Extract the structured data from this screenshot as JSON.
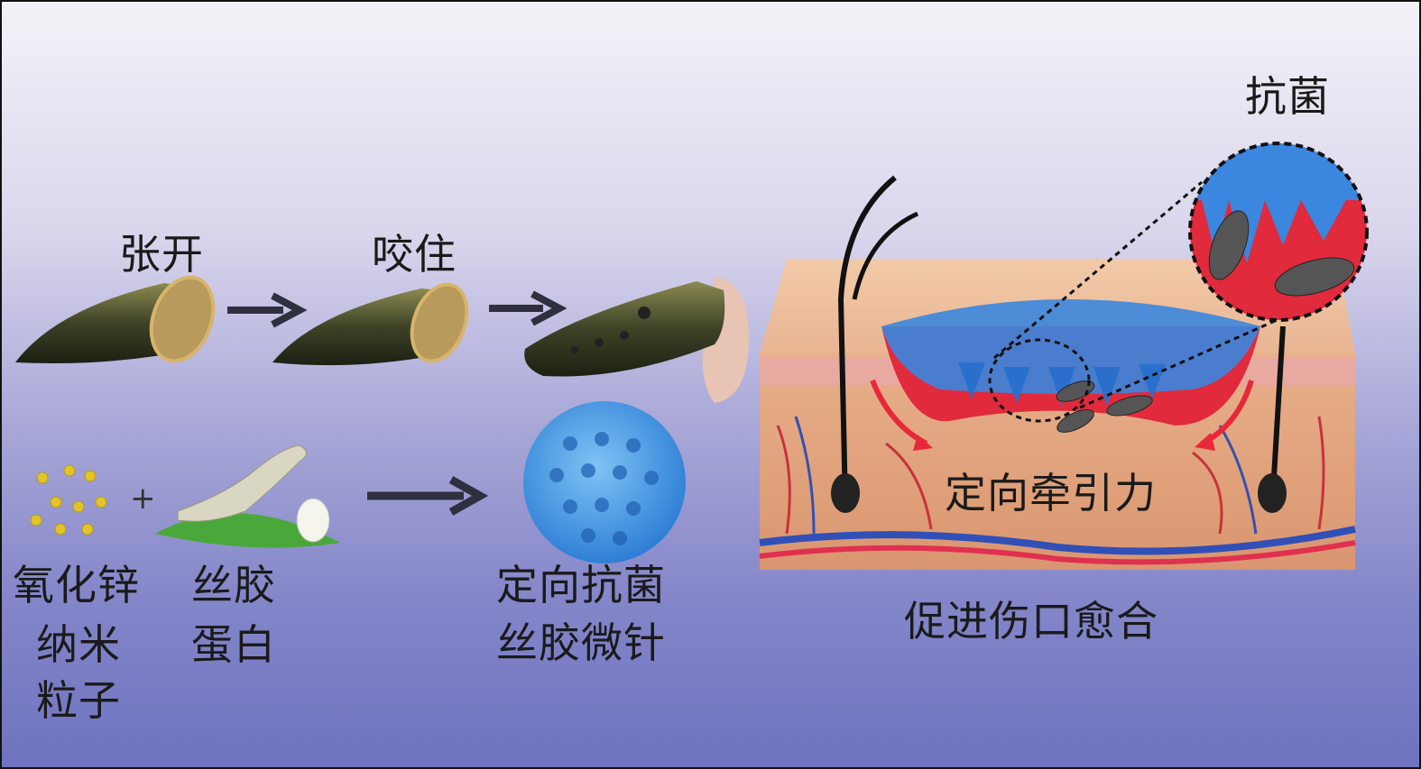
{
  "labels": {
    "open": "张开",
    "bite": "咬住",
    "antibacterial": "抗菌",
    "directional_traction": "定向牵引力",
    "zno_line1": "氧化锌",
    "zno_line2": "纳米",
    "zno_line3": "粒子",
    "sericin_line1": "丝胶",
    "sericin_line2": "蛋白",
    "microneedle_line1": "定向抗菌",
    "microneedle_line2": "丝胶微针",
    "wound_healing": "促进伤口愈合"
  },
  "icons": {
    "plus": "+"
  },
  "colors": {
    "bg_top": "#f4f2f8",
    "bg_bottom": "#6f73c0",
    "microneedle_blue": "#3d8ee0",
    "wound_red": "#e0243a",
    "skin": "#e7b48f"
  }
}
